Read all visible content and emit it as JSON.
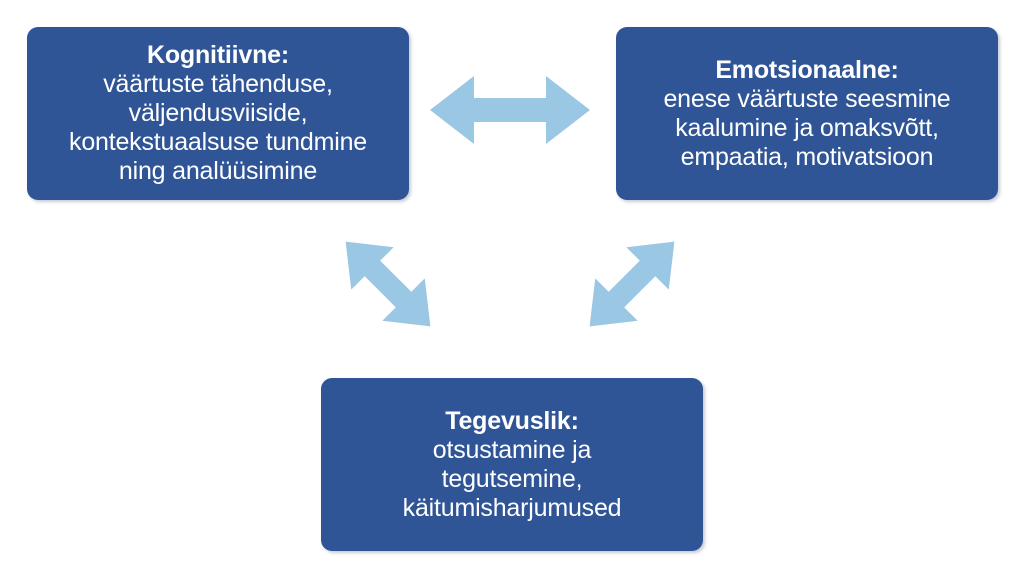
{
  "diagram": {
    "type": "triad-cycle-diagram",
    "background_color": "#ffffff",
    "node_color": "#2f5597",
    "node_text_color": "#ffffff",
    "arrow_color": "#9ac8e4",
    "language": "et",
    "nodes": [
      {
        "id": "cognitive",
        "title": "Kognitiivne:",
        "description_lines": [
          "väärtuste tähenduse,",
          "väljendusviiside,",
          "kontekstuaalsuse tundmine",
          "ning analüüsimine"
        ]
      },
      {
        "id": "emotional",
        "title": "Emotsionaalne:",
        "description_lines": [
          "enese väärtuste seesmine",
          "kaalumine ja omaksvõtt,",
          "empaatia, motivatsioon"
        ]
      },
      {
        "id": "action",
        "title": "Tegevuslik:",
        "description_lines": [
          "otsustamine ja",
          "tegutsemine,",
          "käitumisharjumused"
        ]
      }
    ],
    "connectors": [
      {
        "id": "cognitive-emotional",
        "icon": "double-arrow-horizontal-icon",
        "from": "cognitive",
        "to": "emotional",
        "direction": "bidirectional"
      },
      {
        "id": "cognitive-action",
        "icon": "double-arrow-diagonal-down-right-icon",
        "from": "cognitive",
        "to": "action",
        "direction": "bidirectional"
      },
      {
        "id": "emotional-action",
        "icon": "double-arrow-diagonal-up-right-icon",
        "from": "action",
        "to": "emotional",
        "direction": "bidirectional"
      }
    ]
  }
}
